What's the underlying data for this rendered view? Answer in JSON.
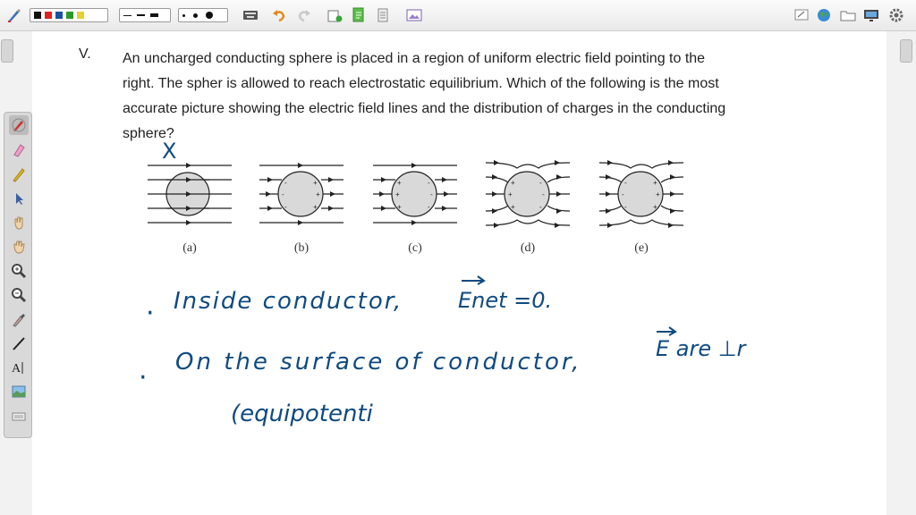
{
  "question": {
    "number": "V.",
    "lines": [
      "An uncharged conducting sphere is placed in a region of uniform electric field pointing to the",
      "right. The spher is allowed to reach electrostatic equilibrium. Which of the following is the most",
      "accurate picture showing the electric field lines and the distribution of charges in the conducting",
      "sphere?"
    ]
  },
  "figures": {
    "captions": [
      "(a)",
      "(b)",
      "(c)",
      "(d)",
      "(e)"
    ],
    "mark": "X"
  },
  "handwriting": {
    "line1_text": "Inside conductor,",
    "line1_formula": "Enet =0.",
    "line2_text": "On the surface of conductor,",
    "line2_formula": "E are ⊥r",
    "line3": "(equipotenti"
  },
  "colors": {
    "ink": "#0f4a80",
    "sphere_fill": "#d9d9d9"
  }
}
